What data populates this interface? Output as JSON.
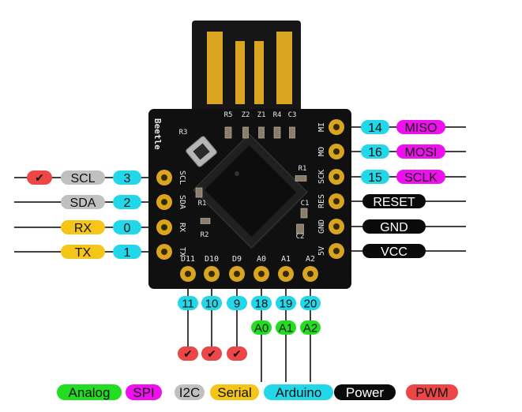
{
  "colors": {
    "analog": "#22dd22",
    "spi": "#ee11ee",
    "i2c": "#c0c0c0",
    "serial": "#f5c518",
    "arduino": "#22d8e8",
    "power": "#0a0a0a",
    "pwm": "#ec4646",
    "board": "#101010",
    "gold": "#d9a520"
  },
  "pwm_mark": "✔",
  "left_pins": [
    {
      "arduino": "3",
      "func": "SCL",
      "func_type": "i2c",
      "pwm": true
    },
    {
      "arduino": "2",
      "func": "SDA",
      "func_type": "i2c",
      "pwm": false
    },
    {
      "arduino": "0",
      "func": "RX",
      "func_type": "serial",
      "pwm": false
    },
    {
      "arduino": "1",
      "func": "TX",
      "func_type": "serial",
      "pwm": false
    }
  ],
  "right_pins": [
    {
      "arduino": "14",
      "func": "MISO",
      "func_type": "spi"
    },
    {
      "arduino": "16",
      "func": "MOSI",
      "func_type": "spi"
    },
    {
      "arduino": "15",
      "func": "SCLK",
      "func_type": "spi"
    },
    {
      "arduino": "",
      "func": "RESET",
      "func_type": "power"
    },
    {
      "arduino": "",
      "func": "GND",
      "func_type": "power"
    },
    {
      "arduino": "",
      "func": "VCC",
      "func_type": "power"
    }
  ],
  "bottom_pins": [
    {
      "arduino": "11",
      "analog": "",
      "pwm": true
    },
    {
      "arduino": "10",
      "analog": "",
      "pwm": true
    },
    {
      "arduino": "9",
      "analog": "",
      "pwm": true
    },
    {
      "arduino": "18",
      "analog": "A0",
      "pwm": false
    },
    {
      "arduino": "19",
      "analog": "A1",
      "pwm": false
    },
    {
      "arduino": "20",
      "analog": "A2",
      "pwm": false
    }
  ],
  "board_silkscreen": {
    "name": "Beetle",
    "left": [
      "SCL",
      "SDA",
      "RX",
      "TX"
    ],
    "right": [
      "MI",
      "MO",
      "SCK",
      "RES",
      "GND",
      "5V"
    ],
    "bottom": [
      "D11",
      "D10",
      "D9",
      "A0",
      "A1",
      "A2"
    ],
    "components": [
      "R5",
      "Z2",
      "Z1",
      "R4",
      "C3",
      "R3",
      "R1",
      "R1",
      "C1",
      "R2",
      "C2",
      "R2"
    ]
  },
  "legend": [
    {
      "label": "Analog",
      "type": "analog"
    },
    {
      "label": "SPI",
      "type": "spi"
    },
    {
      "label": "I2C",
      "type": "i2c"
    },
    {
      "label": "Serial",
      "type": "serial"
    },
    {
      "label": "Arduino",
      "type": "arduino"
    },
    {
      "label": "Power",
      "type": "power"
    },
    {
      "label": "PWM",
      "type": "pwm"
    }
  ]
}
